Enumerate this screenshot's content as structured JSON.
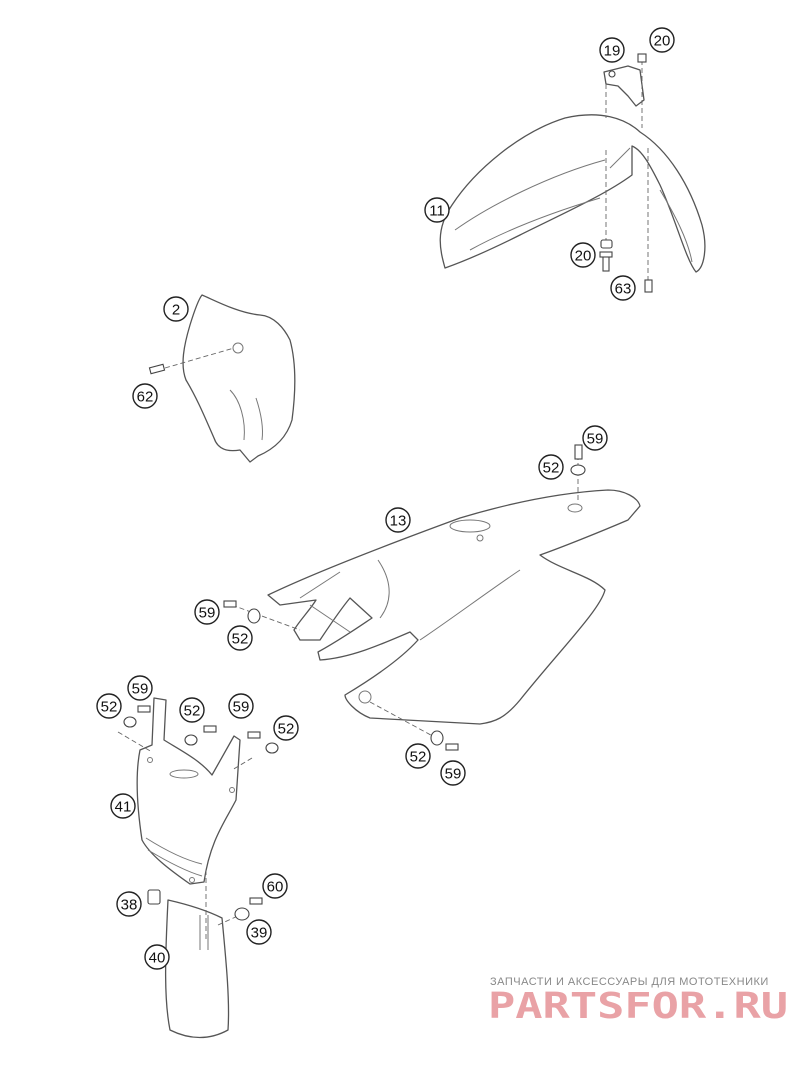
{
  "diagram": {
    "callouts": [
      "19",
      "20",
      "11",
      "20",
      "63",
      "2",
      "62",
      "59",
      "52",
      "13",
      "59",
      "52",
      "59",
      "52",
      "52",
      "59",
      "52",
      "52",
      "59",
      "41",
      "60",
      "38",
      "39",
      "40"
    ]
  },
  "watermark": {
    "tagline": "ЗАПЧАСТИ И АКСЕССУАРЫ ДЛЯ МОТОТЕХНИКИ",
    "brand": "PARTSFOR.RU",
    "color": "#e9a2a6"
  }
}
